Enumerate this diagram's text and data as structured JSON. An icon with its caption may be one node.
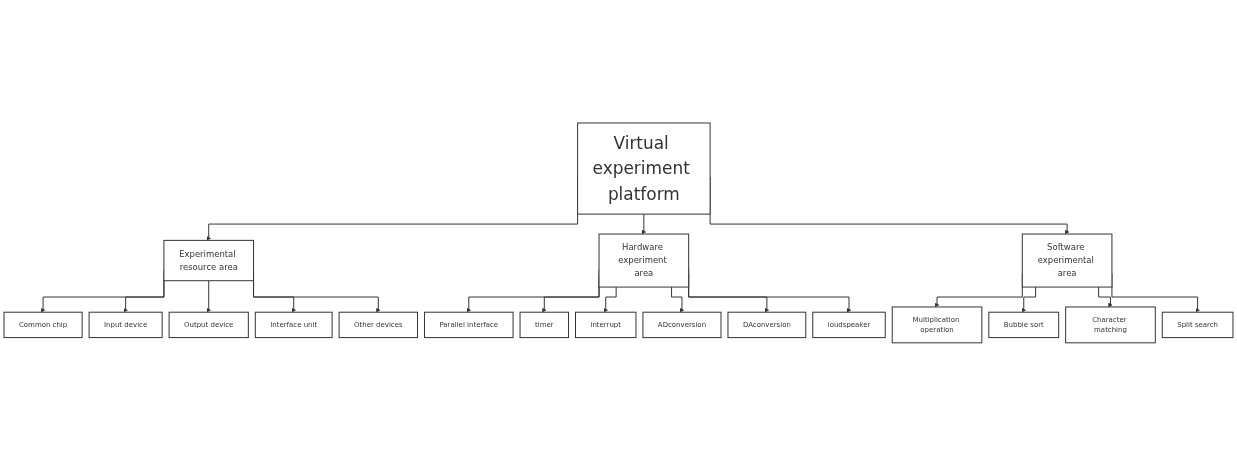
{
  "diagram": {
    "nodes": [
      {
        "text": [
          "Virtual experiment platform"
        ]
      },
      {
        "text": [
          "Experimental resource area"
        ]
      },
      {
        "text": [
          "Hardware experiment area"
        ]
      },
      {
        "text": [
          "Software experimental area"
        ]
      },
      {
        "text": [
          "Common chip"
        ]
      },
      {
        "text": [
          "Input device"
        ]
      },
      {
        "text": [
          "Output device"
        ]
      },
      {
        "text": [
          "Interface unit"
        ]
      },
      {
        "text": [
          "Other devices"
        ]
      },
      {
        "text": [
          "Parallel interface"
        ]
      },
      {
        "text": [
          "timer"
        ]
      },
      {
        "text": [
          "interrupt"
        ]
      },
      {
        "text": [
          "ADconversion"
        ]
      },
      {
        "text": [
          "DAconversion"
        ]
      },
      {
        "text": [
          "loudspeaker"
        ]
      },
      {
        "text": [
          "Multiplication operation"
        ]
      },
      {
        "text": [
          "Bubble sort"
        ]
      },
      {
        "text": [
          "Character matching"
        ]
      },
      {
        "text": [
          "Split search"
        ]
      }
    ],
    "edges": [
      {
        "from": 0,
        "to": 1,
        "arrow": "to"
      },
      {
        "from": 0,
        "to": 2,
        "arrow": "to"
      },
      {
        "from": 0,
        "to": 3,
        "arrow": "to"
      },
      {
        "from": 1,
        "to": 4,
        "arrow": "to"
      },
      {
        "from": 1,
        "to": 5,
        "arrow": "to"
      },
      {
        "from": 1,
        "to": 6,
        "arrow": "to"
      },
      {
        "from": 1,
        "to": 7,
        "arrow": "to"
      },
      {
        "from": 1,
        "to": 8,
        "arrow": "to"
      },
      {
        "from": 2,
        "to": 9,
        "arrow": "to"
      },
      {
        "from": 2,
        "to": 10,
        "arrow": "to"
      },
      {
        "from": 2,
        "to": 11,
        "arrow": "to"
      },
      {
        "from": 2,
        "to": 12,
        "arrow": "to"
      },
      {
        "from": 2,
        "to": 13,
        "arrow": "to"
      },
      {
        "from": 2,
        "to": 14,
        "arrow": "to"
      },
      {
        "from": 3,
        "to": 15,
        "arrow": "to"
      },
      {
        "from": 3,
        "to": 16,
        "arrow": "to"
      },
      {
        "from": 3,
        "to": 17,
        "arrow": "to"
      },
      {
        "from": 3,
        "to": 18,
        "arrow": "to"
      }
    ]
  }
}
